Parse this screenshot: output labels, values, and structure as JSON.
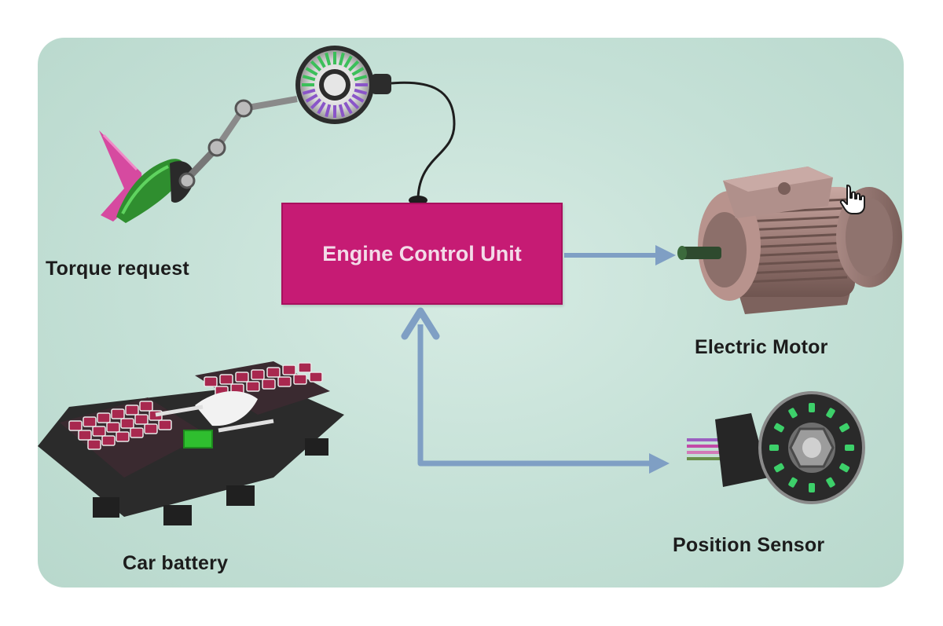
{
  "ecu": {
    "label": "Engine Control Unit"
  },
  "components": {
    "torque_request": {
      "label": "Torque request",
      "icon": "pedal-icon"
    },
    "car_battery": {
      "label": "Car battery",
      "icon": "battery-pack-icon"
    },
    "electric_motor": {
      "label": "Electric Motor",
      "icon": "electric-motor-icon"
    },
    "position_sensor": {
      "label": "Position Sensor",
      "icon": "position-sensor-icon"
    }
  },
  "colors": {
    "background": "#c4e0d6",
    "ecu_fill": "#c61b74",
    "arrow": "#7f9fc4",
    "accent_green": "#3cc23c",
    "accent_magenta": "#d9349b"
  }
}
